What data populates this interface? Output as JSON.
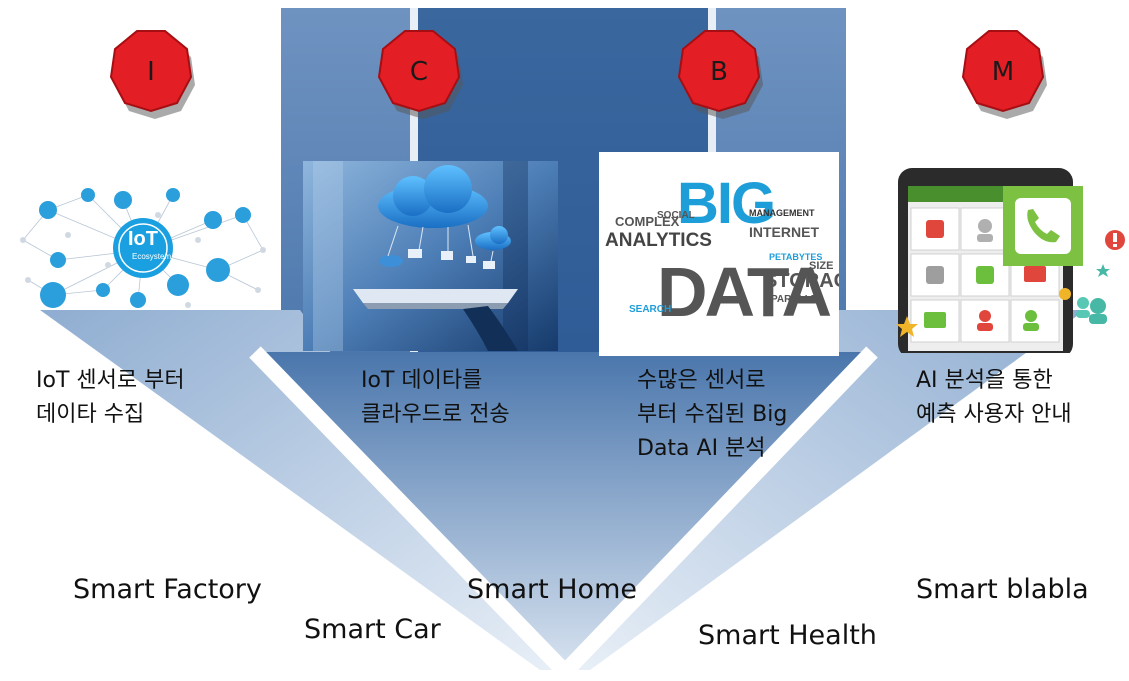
{
  "badges": [
    {
      "letter": "I",
      "color": "#e31e24"
    },
    {
      "letter": "C",
      "color": "#e31e24"
    },
    {
      "letter": "B",
      "color": "#e31e24"
    },
    {
      "letter": "M",
      "color": "#e31e24"
    }
  ],
  "iot_image": {
    "center_text": "IoT",
    "sub_text": "Ecosystem"
  },
  "bigdata_words": [
    "BIG",
    "DATA",
    "ANALYTICS",
    "COMPLEX",
    "STORAGE",
    "INTERNET",
    "SOCIAL",
    "MANAGEMENT",
    "SIZE",
    "PETABYTES",
    "PARALLEL",
    "SEARCH"
  ],
  "captions": {
    "iot": [
      "IoT 센서로 부터",
      "데이타 수집"
    ],
    "cloud": [
      "IoT 데이타를",
      "클라우드로 전송"
    ],
    "bigdata": [
      "수많은 센서로",
      "부터 수집된 Big",
      "Data AI 분석"
    ],
    "ai": [
      "AI 분석을 통한",
      "예측 사용자 안내"
    ]
  },
  "smart_labels": {
    "factory": "Smart Factory",
    "car": "Smart Car",
    "home": "Smart Home",
    "health": "Smart Health",
    "blabla": "Smart blabla"
  },
  "colors": {
    "dark_blue": "#2f5f98",
    "mid_blue": "#5b85b8",
    "light_blue": "#c9d8ea",
    "badge_red": "#e31e24"
  }
}
